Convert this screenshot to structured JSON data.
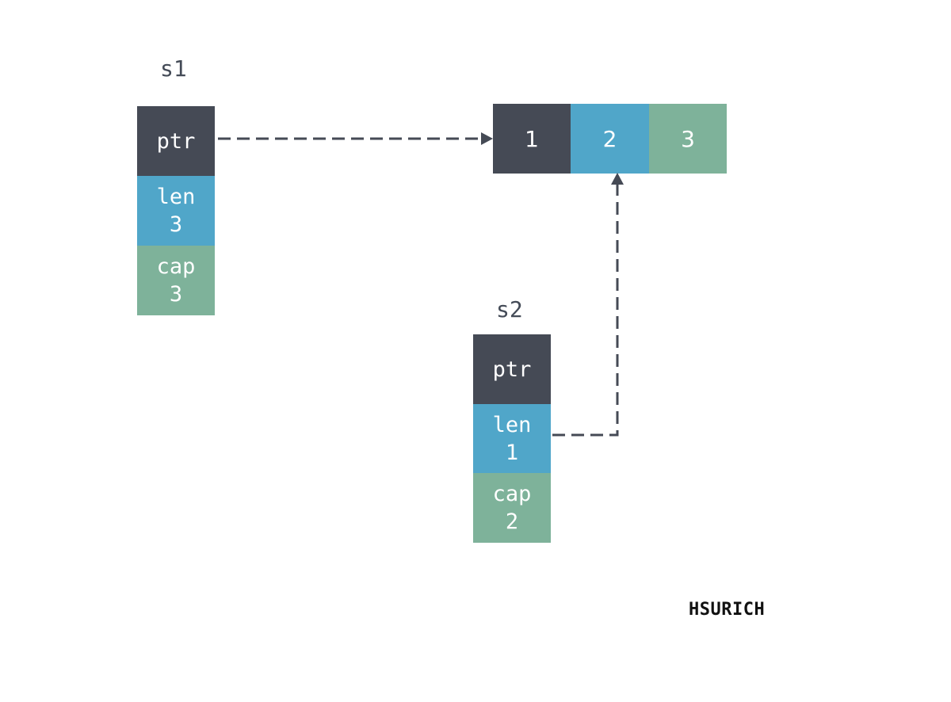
{
  "s1": {
    "name": "s1",
    "ptr_label": "ptr",
    "len_label": "len",
    "len_value": "3",
    "cap_label": "cap",
    "cap_value": "3"
  },
  "s2": {
    "name": "s2",
    "ptr_label": "ptr",
    "len_label": "len",
    "len_value": "1",
    "cap_label": "cap",
    "cap_value": "2"
  },
  "array": {
    "elements": [
      "1",
      "2",
      "3"
    ]
  },
  "watermark": "HSURICH",
  "colors": {
    "ptr": "#454a55",
    "len": "#50a6c9",
    "cap": "#7eb29a",
    "arrow": "#454a55"
  }
}
